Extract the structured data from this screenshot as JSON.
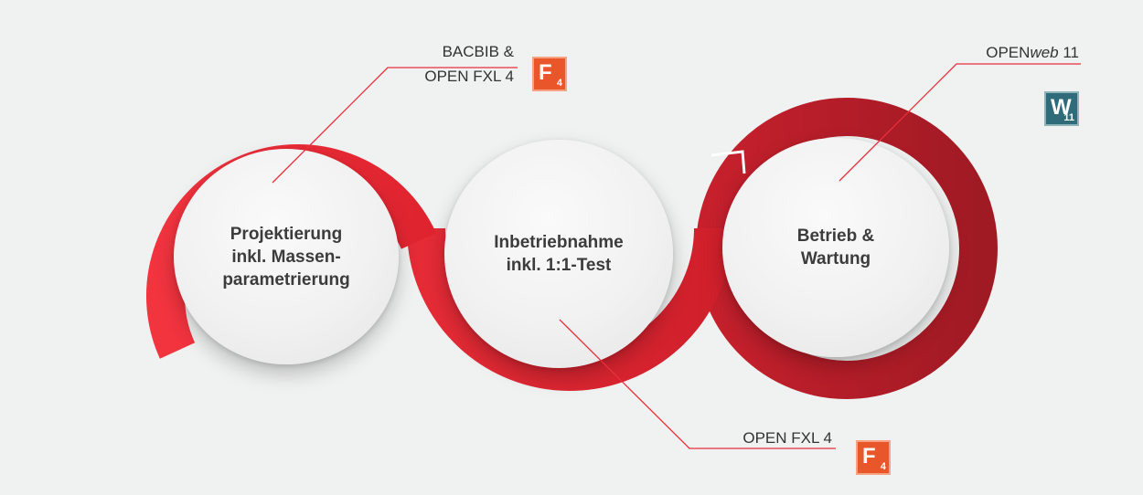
{
  "stages": [
    {
      "id": "planning",
      "label": "Projektierung\ninkl. Massen-\nparametrierung"
    },
    {
      "id": "commissioning",
      "label": "Inbetriebnahme\ninkl. 1:1-Test"
    },
    {
      "id": "operation",
      "label": "Betrieb &\nWartung"
    }
  ],
  "callouts": {
    "planning": {
      "line1": "BACBIB &",
      "line2": "OPEN FXL 4",
      "logo": {
        "icon": "fxl-logo-icon",
        "letter": "F",
        "number": "4"
      }
    },
    "commissioning": {
      "line1": "OPEN FXL 4",
      "logo": {
        "icon": "fxl-logo-icon",
        "letter": "F",
        "number": "4"
      }
    },
    "operation": {
      "prefix": "OPEN",
      "italic": "web",
      "suffix": " 11",
      "logo": {
        "icon": "openweb-logo-icon",
        "letter": "W",
        "number": "11"
      }
    }
  },
  "colors": {
    "background": "#f0f1f1",
    "ring_red": "#ef3340",
    "ring_dark_red": "#b51f2b",
    "leader_line": "#e8303c",
    "fxl_logo": "#e8562a",
    "openweb_logo": "#2f6b78",
    "label_text": "#3c3c3c"
  }
}
